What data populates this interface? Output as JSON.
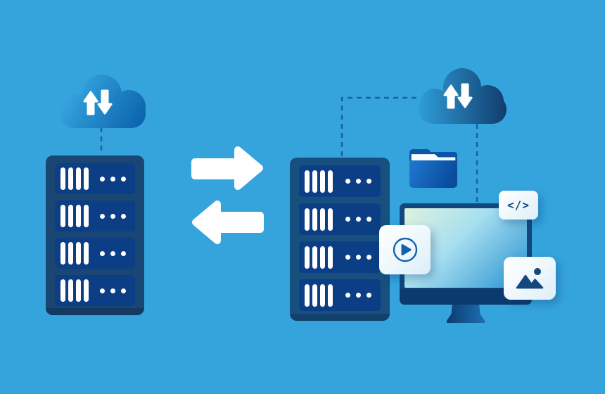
{
  "illustration": "server-data-transfer",
  "background_color": "#35a4dd",
  "connector": {
    "style": "dashed",
    "color": "#19609f"
  },
  "transfer": {
    "icon": "sync-arrows-icon",
    "directions": [
      "right",
      "left"
    ],
    "color": "#ffffff"
  },
  "left_system": {
    "cloud": {
      "icon": "cloud-upload-download-icon",
      "gradient": [
        "#3fb4ea",
        "#085da9"
      ],
      "arrow_color": "#ffffff"
    },
    "server": {
      "icon": "server-rack-icon",
      "units": 4,
      "bars_per_unit": 4,
      "dots_per_unit": 3,
      "case_color": "#1a4673",
      "unit_color": "#0c3e86"
    }
  },
  "right_system": {
    "cloud": {
      "icon": "cloud-upload-download-icon",
      "gradient": [
        "#2f9ed9",
        "#113c6c"
      ],
      "arrow_color": "#ffffff"
    },
    "server": {
      "icon": "server-rack-icon",
      "units": 4,
      "bars_per_unit": 4,
      "dots_per_unit": 3,
      "case_color": "#17507f",
      "unit_color": "#0c3e86"
    },
    "folder": {
      "icon": "folder-icon",
      "gradient": [
        "#2079d2",
        "#0a4b9c"
      ]
    },
    "monitor": {
      "icon": "monitor-icon",
      "frame_color": "#11497f",
      "screen_gradient": [
        "#dff2dc",
        "#a7dff0",
        "#2f90d0"
      ]
    },
    "media_cards": [
      {
        "icon": "play-video-icon",
        "color": "#1261ae"
      },
      {
        "icon": "code-icon",
        "label": "</>",
        "color": "#17477e"
      },
      {
        "icon": "image-icon",
        "color": "#17477e"
      }
    ]
  }
}
